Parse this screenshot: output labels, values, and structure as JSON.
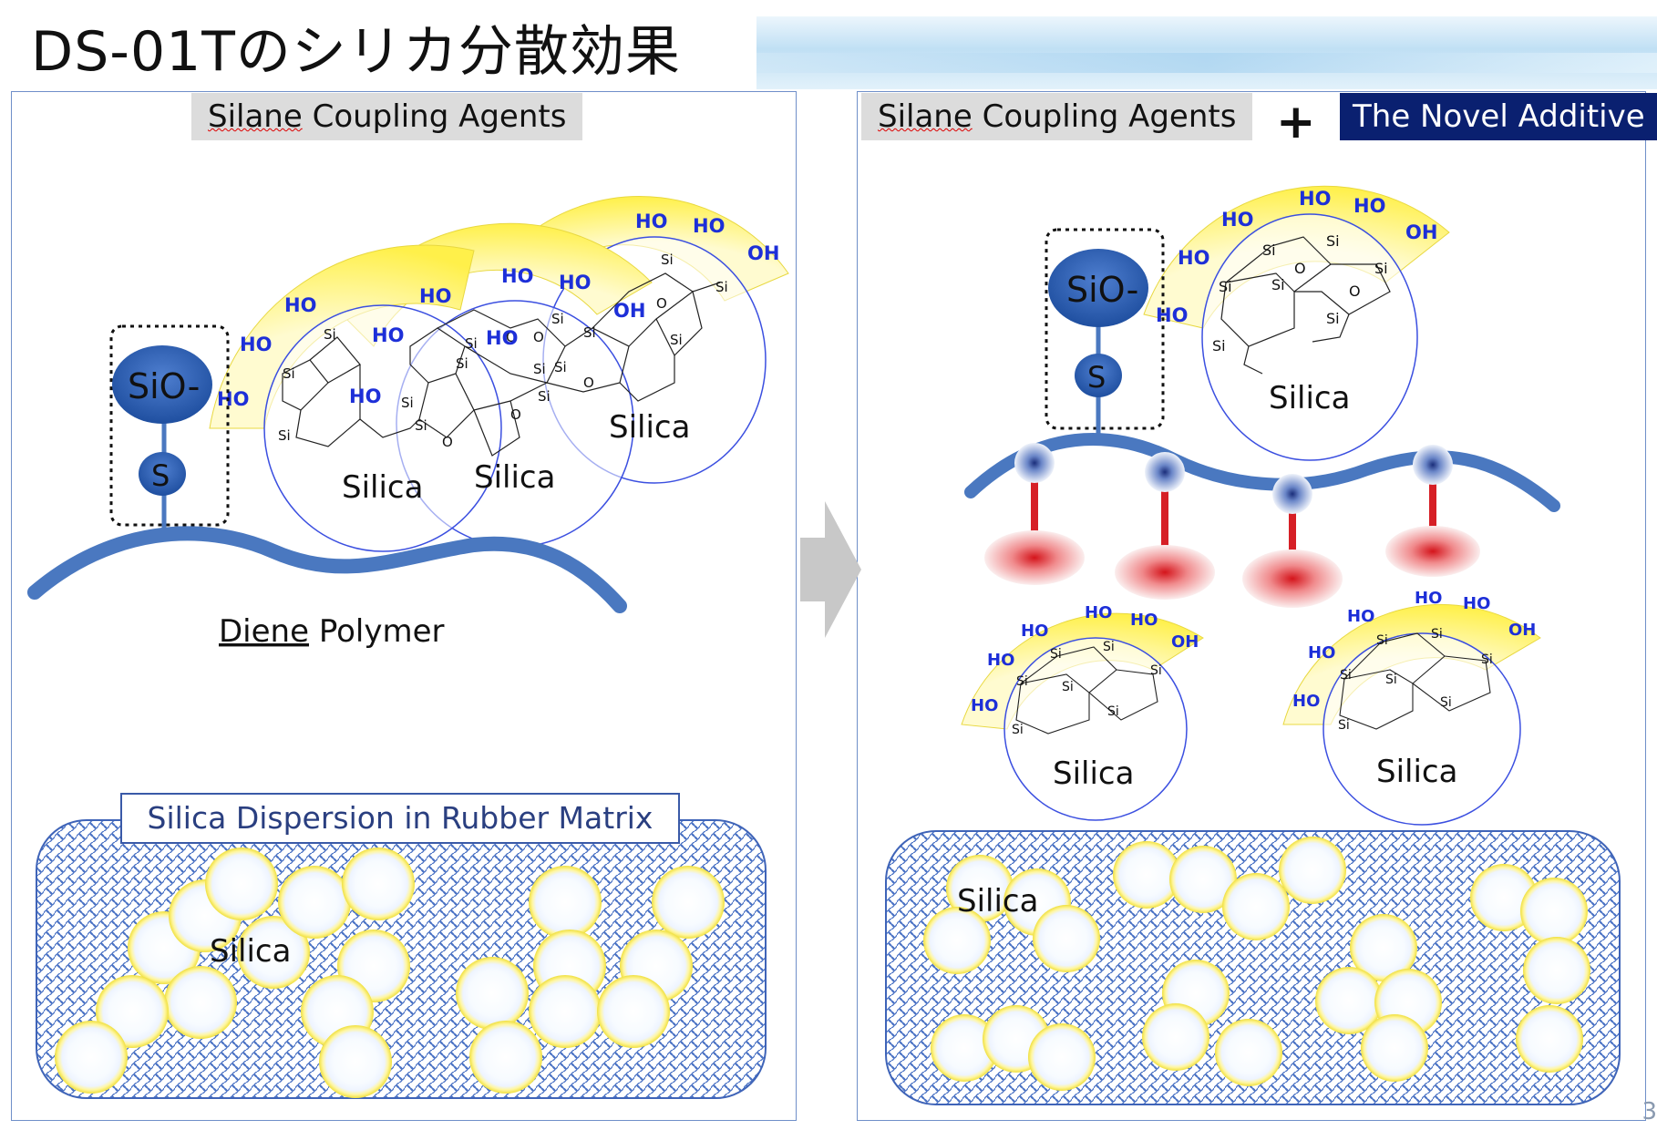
{
  "title": "DS-01Tのシリカ分散効果",
  "left": {
    "header_prefix": "Silane",
    "header_rest": " Coupling Agents",
    "sio_label": "SiO-",
    "s_label": "S",
    "silica_labels": [
      "Silica",
      "Silica",
      "Silica"
    ],
    "polymer_prefix": "Diene",
    "polymer_rest": " Polymer",
    "dispersion_label": "Silica Dispersion in Rubber Matrix",
    "dispersion_silica": "Silica"
  },
  "right": {
    "header_prefix": "Silane",
    "header_rest": " Coupling Agents",
    "plus": "+",
    "novel_label": "The Novel Additive",
    "sio_label": "SiO-",
    "s_label": "S",
    "silica_labels": [
      "Silica",
      "Silica",
      "Silica"
    ],
    "dispersion_silica": "Silica"
  },
  "chem": {
    "ho": "HO",
    "oh": "OH",
    "si": "Si",
    "o": "O"
  },
  "page_number": "3",
  "colors": {
    "polymer_blue": "#4a78c0",
    "silica_ring": "#3b4fe0",
    "hydroxyl_blue": "#1d2fd8",
    "yellow_shell": "#fff27a",
    "novel_bg": "#0a2070",
    "red_anchor": "#d61f26",
    "matrix_blue": "#3f64b8"
  }
}
